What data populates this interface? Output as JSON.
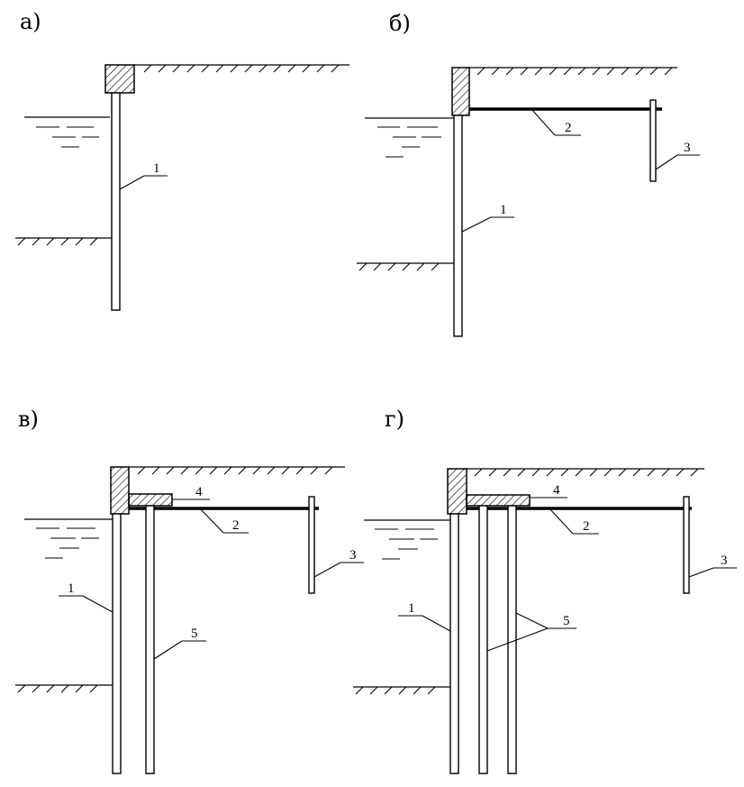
{
  "panels": [
    {
      "letter": "а)",
      "labels": {
        "1": "1"
      }
    },
    {
      "letter": "б)",
      "labels": {
        "1": "1",
        "2": "2",
        "3": "3"
      }
    },
    {
      "letter": "в)",
      "labels": {
        "1": "1",
        "2": "2",
        "3": "3",
        "4": "4",
        "5": "5"
      }
    },
    {
      "letter": "г)",
      "labels": {
        "1": "1",
        "2": "2",
        "3": "3",
        "4": "4",
        "5": "5"
      }
    }
  ]
}
